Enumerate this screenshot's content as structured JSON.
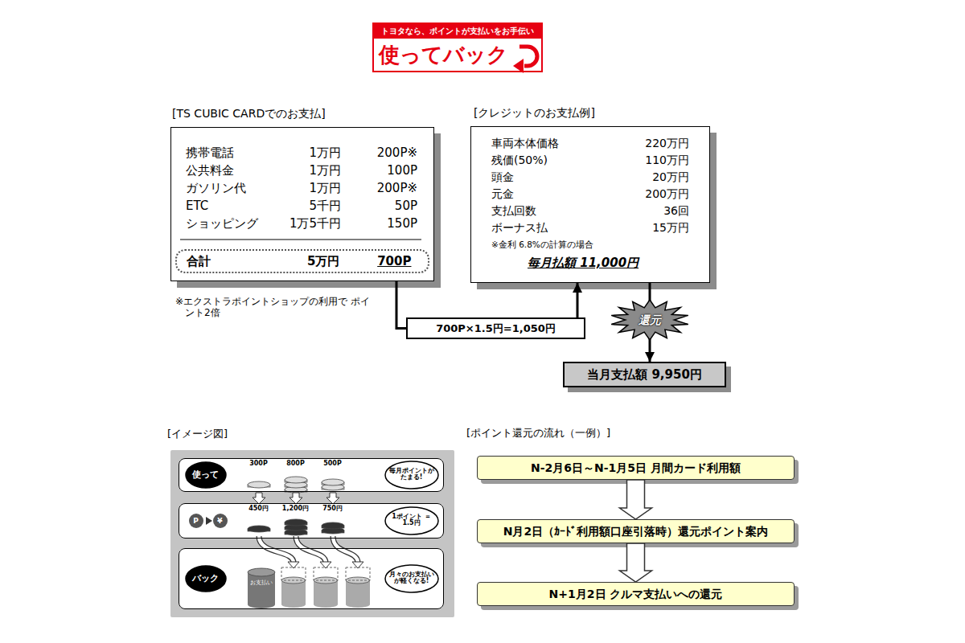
{
  "diagram": {
    "nodes": [
      {
        "text": [
          "トヨタなら、ポイントが支払いをお手伝い",
          "使ってバック"
        ]
      },
      {
        "text": [
          "[TS CUBIC CARDでのお支払]",
          "携帯電話",
          "1万円",
          "200P※",
          "公共料金",
          "1万円",
          "100P",
          "ガソリン代",
          "1万円",
          "200P※",
          "ETC",
          "5千円",
          "50P",
          "ショッピング",
          "1万5千円",
          "150P"
        ]
      },
      {
        "text": [
          "合計",
          "5万円",
          "700P"
        ],
        "in": 1
      },
      {
        "text": [
          "[クレジットのお支払例]",
          "車両本体価格",
          "220万円",
          "残価(50%)",
          "110万円",
          "頭金",
          "20万円",
          "元金",
          "200万円",
          "支払回数",
          "36回",
          "ボーナス払",
          "15万円",
          "※金利 6.8%の計算の場合",
          "毎月払額 11,000円"
        ]
      },
      {
        "text": [
          "700P×1.5円=1,050円"
        ]
      },
      {
        "text": [
          "還元"
        ]
      },
      {
        "text": [
          "当月支払額 9,950円"
        ]
      },
      {
        "text": [
          "[イメージ図]"
        ]
      },
      {
        "text": [
          "300P",
          "800P",
          "500P"
        ],
        "in": 7
      },
      {
        "text": [
          "使って"
        ],
        "in": 8
      },
      {
        "text": [
          "毎月ポイントがたまる!"
        ],
        "in": 8
      },
      {
        "text": [
          "P",
          "¥",
          "450円",
          "1,200円",
          "750円"
        ],
        "in": 7
      },
      {
        "text": [
          "1ポイント ＝ 1.5円"
        ],
        "in": 11
      },
      {
        "text": [
          "お支払い"
        ],
        "in": 7
      },
      {
        "text": [
          "バック"
        ],
        "in": 13
      },
      {
        "text": [
          "月々のお支払いが軽くなる!"
        ],
        "in": 13
      },
      {
        "text": [
          "N-2月6日～N-1月5日 月間カード利用額"
        ]
      },
      {
        "text": [
          "N月2日（ｶｰﾄﾞ利用額口座引落時）還元ポイント案内"
        ]
      },
      {
        "text": [
          "N+1月2日 クルマ支払いへの還元"
        ]
      }
    ],
    "edges": [
      {
        "from": 1,
        "to": 4,
        "arrow": "none"
      },
      {
        "from": 4,
        "to": 3,
        "arrow": "to"
      },
      {
        "from": 3,
        "to": 5,
        "arrow": "none"
      },
      {
        "from": 5,
        "to": 6,
        "arrow": "to"
      },
      {
        "from": 16,
        "to": 17,
        "arrow": "to"
      },
      {
        "from": 17,
        "to": 18,
        "arrow": "to"
      }
    ],
    "labels": [
      "※エクストラポイントショップの利用で ポイント2倍",
      "[ポイント還元の流れ（一例）]"
    ]
  }
}
